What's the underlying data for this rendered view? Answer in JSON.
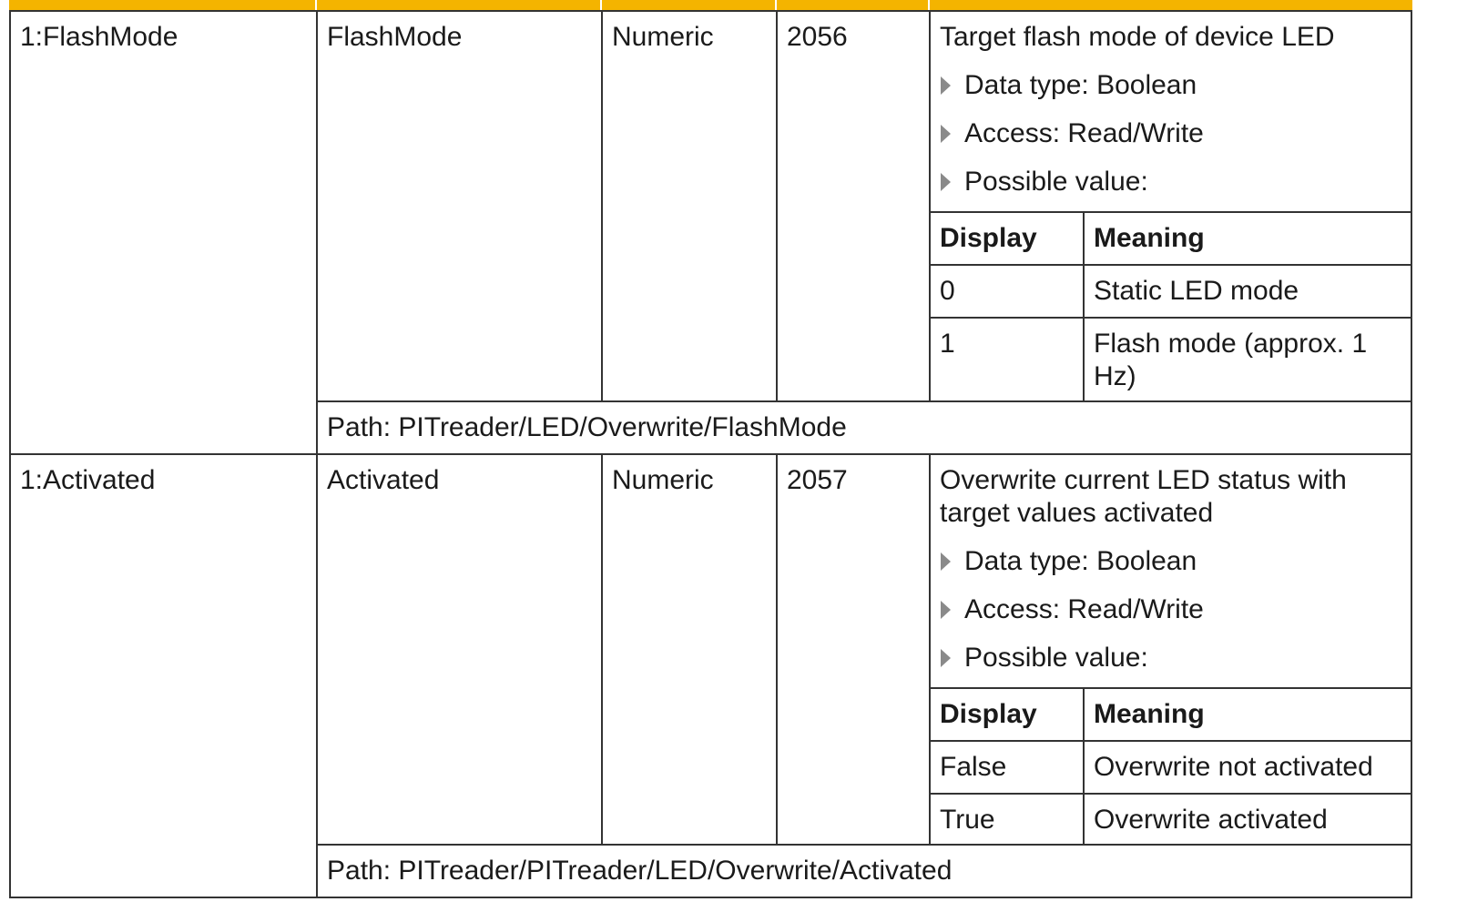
{
  "colors": {
    "header_accent": "#f4b400",
    "border": "#333333",
    "bullet": "#8a8a8a"
  },
  "icons": {
    "bullet": "triangle-right-icon"
  },
  "rows": [
    {
      "index_name": "1:FlashMode",
      "name": "FlashMode",
      "type": "Numeric",
      "id": "2056",
      "description": "Target flash mode of device LED",
      "bullets": [
        "Data type: Boolean",
        "Access: Read/Write",
        "Possible value:"
      ],
      "values_table": {
        "header": [
          "Display",
          "Meaning"
        ],
        "rows": [
          [
            "0",
            "Static LED mode"
          ],
          [
            "1",
            "Flash mode (approx. 1 Hz)"
          ]
        ]
      },
      "path": "Path: PITreader/LED/Overwrite/FlashMode"
    },
    {
      "index_name": "1:Activated",
      "name": "Activated",
      "type": "Numeric",
      "id": "2057",
      "description": "Overwrite current LED status with target values activated",
      "bullets": [
        "Data type: Boolean",
        "Access: Read/Write",
        "Possible value:"
      ],
      "values_table": {
        "header": [
          "Display",
          "Meaning"
        ],
        "rows": [
          [
            "False",
            "Overwrite not activated"
          ],
          [
            "True",
            "Overwrite activated"
          ]
        ]
      },
      "path": "Path: PITreader/PITreader/LED/Overwrite/Activated"
    }
  ]
}
